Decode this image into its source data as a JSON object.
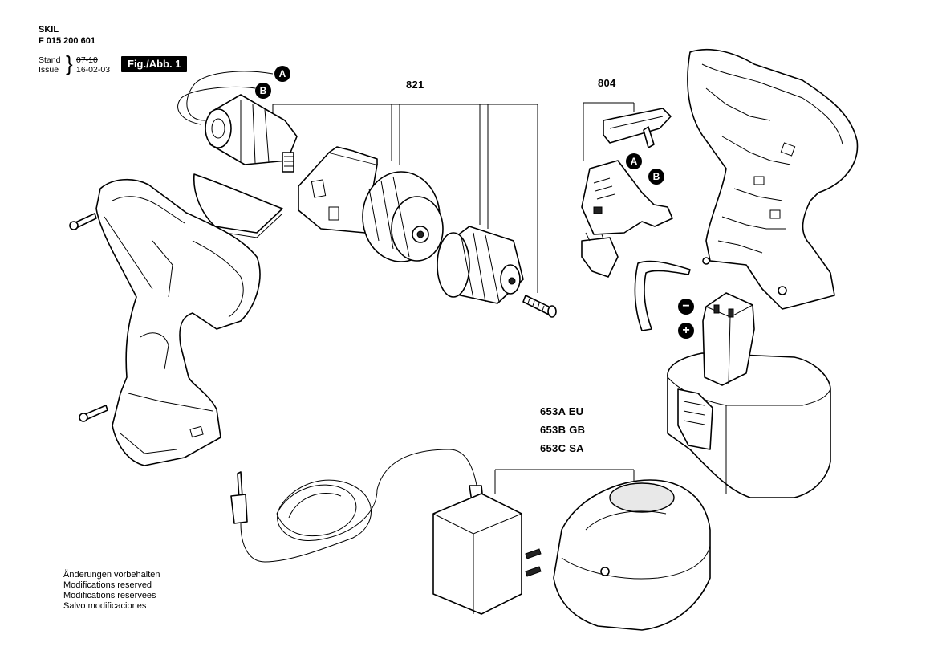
{
  "header": {
    "brand": "SKIL",
    "part_number": "F 015 200 601",
    "stand_label": "Stand",
    "stand_value": "07-10",
    "issue_label": "Issue",
    "issue_value": "16-02-03",
    "figure_label": "Fig./Abb. 1"
  },
  "callouts": {
    "gear_assembly": "821",
    "switch_assembly": "804",
    "charger_eu": "653A  EU",
    "charger_gb": "653B  GB",
    "charger_sa": "653C  SA"
  },
  "markers": {
    "a": "A",
    "b": "B",
    "minus": "−",
    "plus": "+"
  },
  "notes": [
    "Änderungen vorbehalten",
    "Modifications reserved",
    "Modifications reservees",
    "Salvo modificaciones"
  ]
}
